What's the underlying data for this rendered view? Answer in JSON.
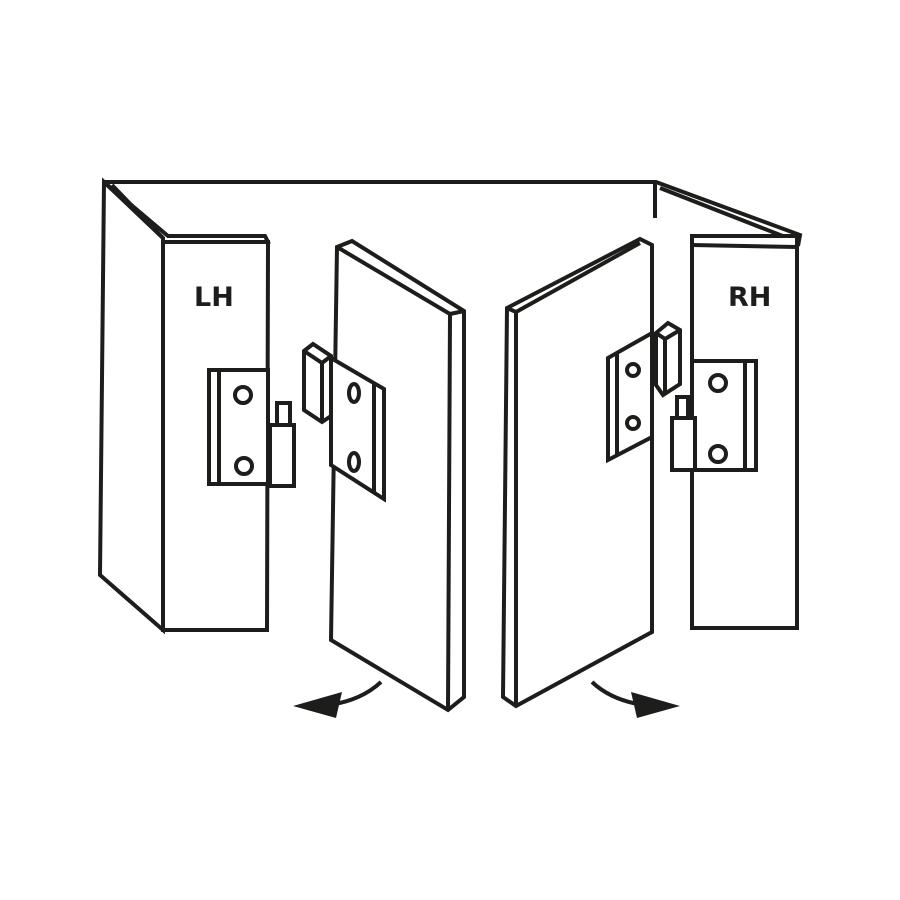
{
  "labels": {
    "left": "LH",
    "right": "RH"
  },
  "colors": {
    "line": "#1d1d1b",
    "background": "#ffffff"
  },
  "icons": {
    "left_arrow": "curved-arrow-left",
    "right_arrow": "curved-arrow-right"
  }
}
